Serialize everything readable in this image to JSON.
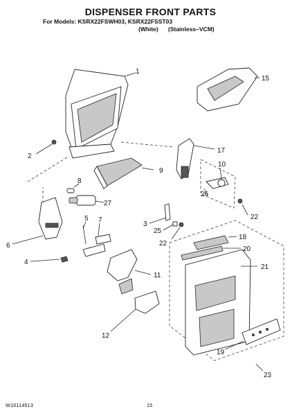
{
  "header": {
    "title": "DISPENSER FRONT PARTS",
    "models_line": "For Models: KSRX22FSWH03, KSRX22FSST03",
    "variant_white": "(White)",
    "variant_stainless": "(Stainless–VCM)"
  },
  "callouts": [
    "1",
    "2",
    "3",
    "4",
    "5",
    "6",
    "7",
    "8",
    "9",
    "10",
    "11",
    "12",
    "15",
    "17",
    "18",
    "19",
    "20",
    "21",
    "22",
    "22",
    "23",
    "25",
    "26",
    "27"
  ],
  "footer": {
    "doc_code": "W10114513",
    "page_number": "15"
  }
}
